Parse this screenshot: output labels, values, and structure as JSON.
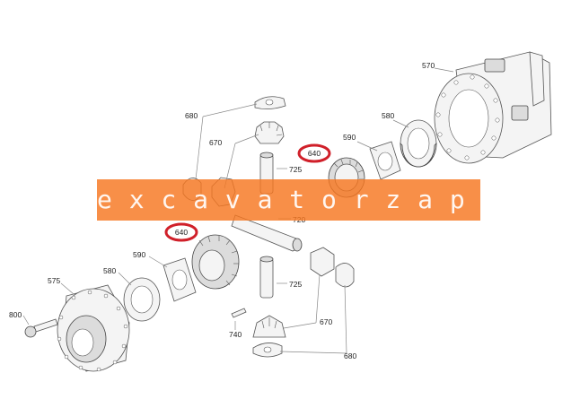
{
  "watermark": {
    "text": "e x c a v a t o r z a p p . r u"
  },
  "callouts": {
    "c570": "570",
    "c580a": "580",
    "c590a": "590",
    "c640a": "640",
    "c680a": "680",
    "c670a": "670",
    "c725a": "725",
    "c720": "720",
    "c640b": "640",
    "c590b": "590",
    "c580b": "580",
    "c575": "575",
    "c725b": "725",
    "c800": "800",
    "c740": "740",
    "c670b": "670",
    "c680b": "680"
  },
  "colors": {
    "highlight_ring": "#d0202a",
    "watermark_band": "#f67620"
  }
}
